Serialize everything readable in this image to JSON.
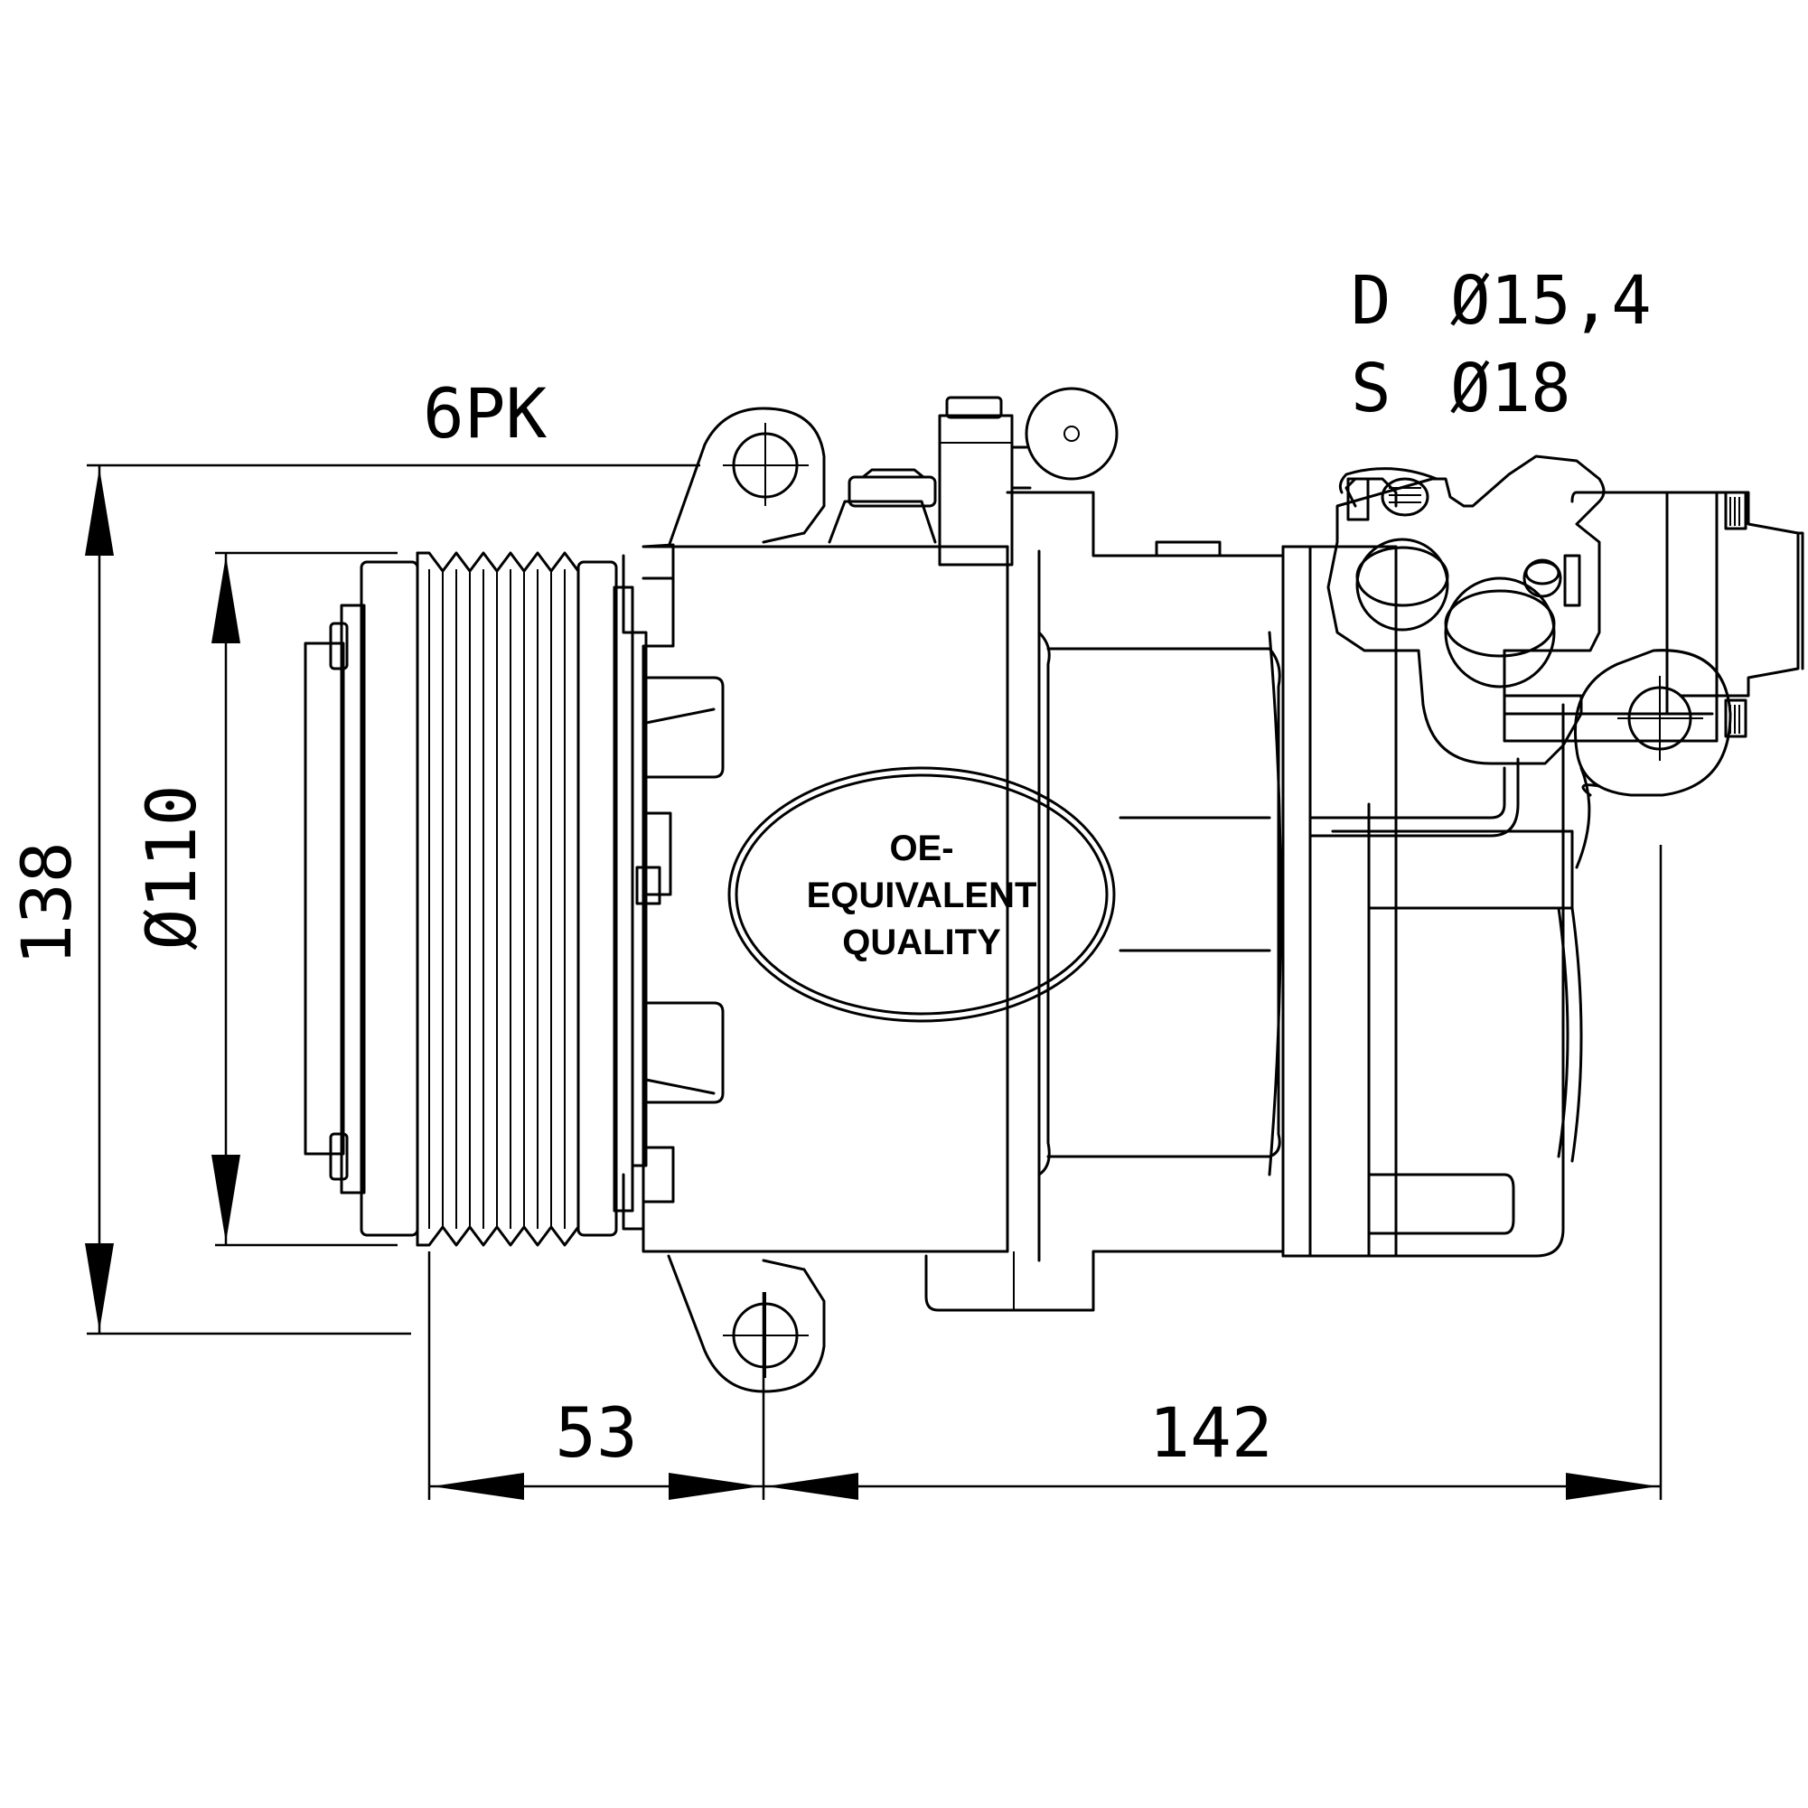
{
  "badge": {
    "line1": "OE-",
    "line2": "EQUIVALENT",
    "line3": "QUALITY"
  },
  "dimensions": {
    "belt": "6PK",
    "height": "138",
    "pulley_diameter": "Ø110",
    "offset": "53",
    "length": "142"
  },
  "ports": {
    "discharge_letter": "D",
    "discharge_size": "Ø15,4",
    "suction_letter": "S",
    "suction_size": "Ø18"
  },
  "colors": {
    "line": "#000000",
    "background": "#ffffff"
  }
}
